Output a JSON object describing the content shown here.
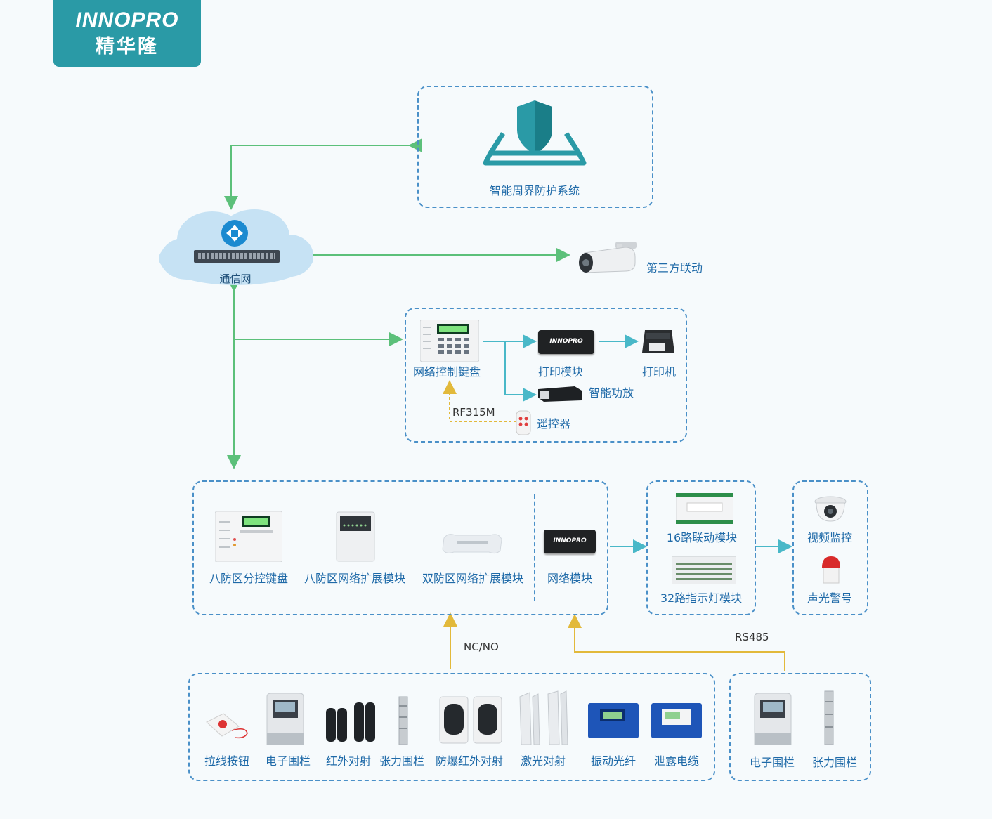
{
  "brand": {
    "name_en": "INNOPRO",
    "name_cn": "精华隆"
  },
  "colors": {
    "teal": "#2a9aa6",
    "label": "#1f6aa8",
    "green": "#5cc07a",
    "cyan": "#49b8c8",
    "yellow": "#e2b93b",
    "dash": "#4a90c8"
  },
  "nodes": {
    "perimeter_system": "智能周界防护系统",
    "network": "通信网",
    "third_party": "第三方联动",
    "keypad_network": "网络控制键盘",
    "print_module": "打印模块",
    "printer": "打印机",
    "amplifier": "智能功放",
    "remote": "遥控器",
    "rf_label": "RF315M",
    "keypad_8zone": "八防区分控键盘",
    "expander_8zone": "八防区网络扩展模块",
    "expander_2zone": "双防区网络扩展模块",
    "network_module": "网络模块",
    "linkage_16": "16路联动模块",
    "indicator_32": "32路指示灯模块",
    "video": "视频监控",
    "alarm": "声光警号",
    "ncno": "NC/NO",
    "rs485": "RS485",
    "pull_button": "拉线按钮",
    "e_fence": "电子围栏",
    "ir_beam": "红外对射",
    "tension_fence": "张力围栏",
    "ex_ir_beam": "防爆红外对射",
    "laser_beam": "激光对射",
    "fiber": "振动光纤",
    "leak_cable": "泄露电缆",
    "e_fence2": "电子围栏",
    "tension_fence2": "张力围栏",
    "module_brand": "INNOPRO"
  },
  "icons": [
    "shield-icon",
    "cloud-icon",
    "switch-icon",
    "camera-icon",
    "keypad-icon",
    "module-icon",
    "printer-icon",
    "amplifier-icon",
    "remote-icon",
    "dome-camera-icon",
    "siren-icon"
  ]
}
